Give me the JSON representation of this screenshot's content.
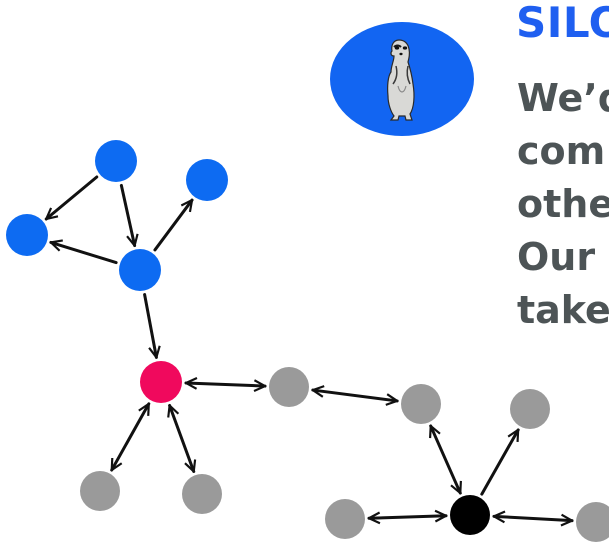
{
  "header": {
    "title": "SILO",
    "lines": [
      "We’d",
      "com",
      "othe",
      "Our",
      "take"
    ]
  },
  "colors": {
    "title": "#1f5ff0",
    "text": "#4d5456",
    "blue_node": "#0d6bf2",
    "pink_node": "#f0095d",
    "gray_node": "#9a9a9a",
    "black_node": "#000000",
    "edge": "#111111",
    "avatar_bg": "#1265f2"
  },
  "avatar": {
    "icon": "meerkat-icon"
  },
  "graph": {
    "nodes": [
      {
        "id": "b-top",
        "color": "blue_node"
      },
      {
        "id": "b-right",
        "color": "blue_node"
      },
      {
        "id": "b-left",
        "color": "blue_node"
      },
      {
        "id": "b-center",
        "color": "blue_node"
      },
      {
        "id": "pink-hub",
        "color": "pink_node"
      },
      {
        "id": "g-mid",
        "color": "gray_node"
      },
      {
        "id": "g-right",
        "color": "gray_node"
      },
      {
        "id": "g-farright",
        "color": "gray_node"
      },
      {
        "id": "g-lowleft",
        "color": "gray_node"
      },
      {
        "id": "g-lowmid",
        "color": "gray_node"
      },
      {
        "id": "g-bottomleft",
        "color": "gray_node"
      },
      {
        "id": "black-hub",
        "color": "black_node"
      },
      {
        "id": "g-bottomright",
        "color": "gray_node"
      }
    ],
    "edges": [
      {
        "from": "b-top",
        "to": "b-left",
        "dir": "forward"
      },
      {
        "from": "b-top",
        "to": "b-center",
        "dir": "forward"
      },
      {
        "from": "b-center",
        "to": "b-left",
        "dir": "forward"
      },
      {
        "from": "b-center",
        "to": "b-right",
        "dir": "forward"
      },
      {
        "from": "b-center",
        "to": "pink-hub",
        "dir": "forward"
      },
      {
        "from": "pink-hub",
        "to": "g-mid",
        "dir": "both"
      },
      {
        "from": "g-mid",
        "to": "g-right",
        "dir": "both"
      },
      {
        "from": "pink-hub",
        "to": "g-lowleft",
        "dir": "both"
      },
      {
        "from": "pink-hub",
        "to": "g-lowmid",
        "dir": "both"
      },
      {
        "from": "g-right",
        "to": "black-hub",
        "dir": "both"
      },
      {
        "from": "black-hub",
        "to": "g-farright",
        "dir": "forward"
      },
      {
        "from": "g-bottomleft",
        "to": "black-hub",
        "dir": "both"
      },
      {
        "from": "black-hub",
        "to": "g-bottomright",
        "dir": "both"
      }
    ]
  }
}
